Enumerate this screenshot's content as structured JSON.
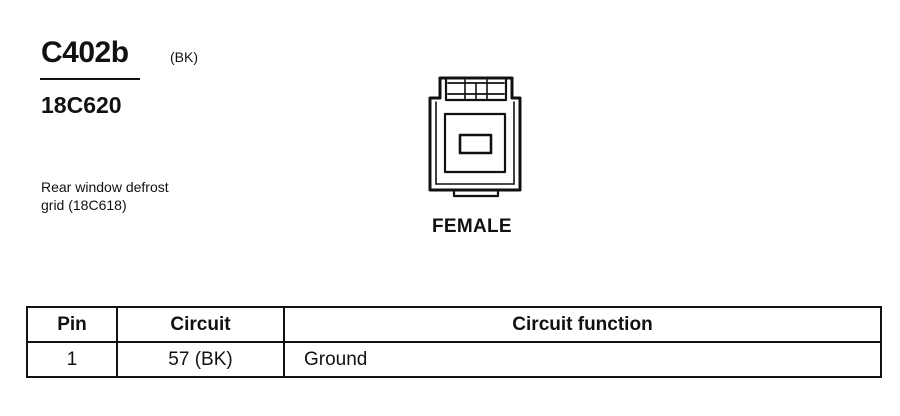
{
  "connector": {
    "id": "C402b",
    "color_code": "(BK)",
    "part_number": "18C620",
    "description_lines": [
      "Rear window defrost",
      "grid (18C618)"
    ],
    "gender": "FEMALE"
  },
  "icons": {
    "connector_face": "connector-face-icon"
  },
  "table": {
    "headers": {
      "pin": "Pin",
      "circuit": "Circuit",
      "function": "Circuit function"
    },
    "rows": [
      {
        "pin": "1",
        "circuit": "57 (BK)",
        "function": "Ground"
      }
    ]
  }
}
